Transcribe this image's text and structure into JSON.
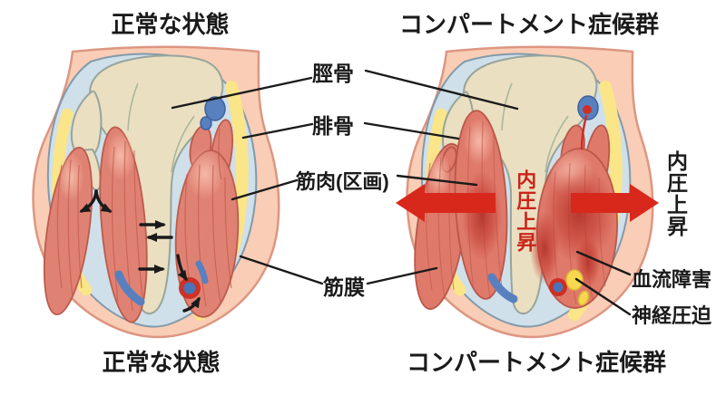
{
  "figure": {
    "left_panel": {
      "title_top": "正常な状態",
      "title_bottom": "正常な状態"
    },
    "right_panel": {
      "title_top": "コンパートメント症候群",
      "title_bottom": "コンパートメント症候群",
      "pressure_label_inner": "内圧上昇",
      "pressure_label_outer": "内圧上昇",
      "blood_flow_label": "血流障害",
      "nerve_label": "神経圧迫"
    },
    "anatomy_labels": {
      "tibia": "脛骨",
      "fibula": "腓骨",
      "muscle_compartment": "筋肉(区画)",
      "fascia": "筋膜"
    }
  },
  "colors": {
    "skin": "#F9CDB6",
    "skin_outline": "#DD9681",
    "subcutaneous_fat": "#FAE588",
    "fascia": "#CFE0EA",
    "fascia_outline": "#829AAB",
    "bone": "#EADFC0",
    "bone_outline": "#97A49C",
    "muscle": "#E08273",
    "muscle_damage": "#B73228",
    "vessel_blue": "#5880BF",
    "alert_arrow_red": "#D8281C",
    "pressure_text_red": "#CA2318",
    "line_black": "#1A1A1A"
  }
}
